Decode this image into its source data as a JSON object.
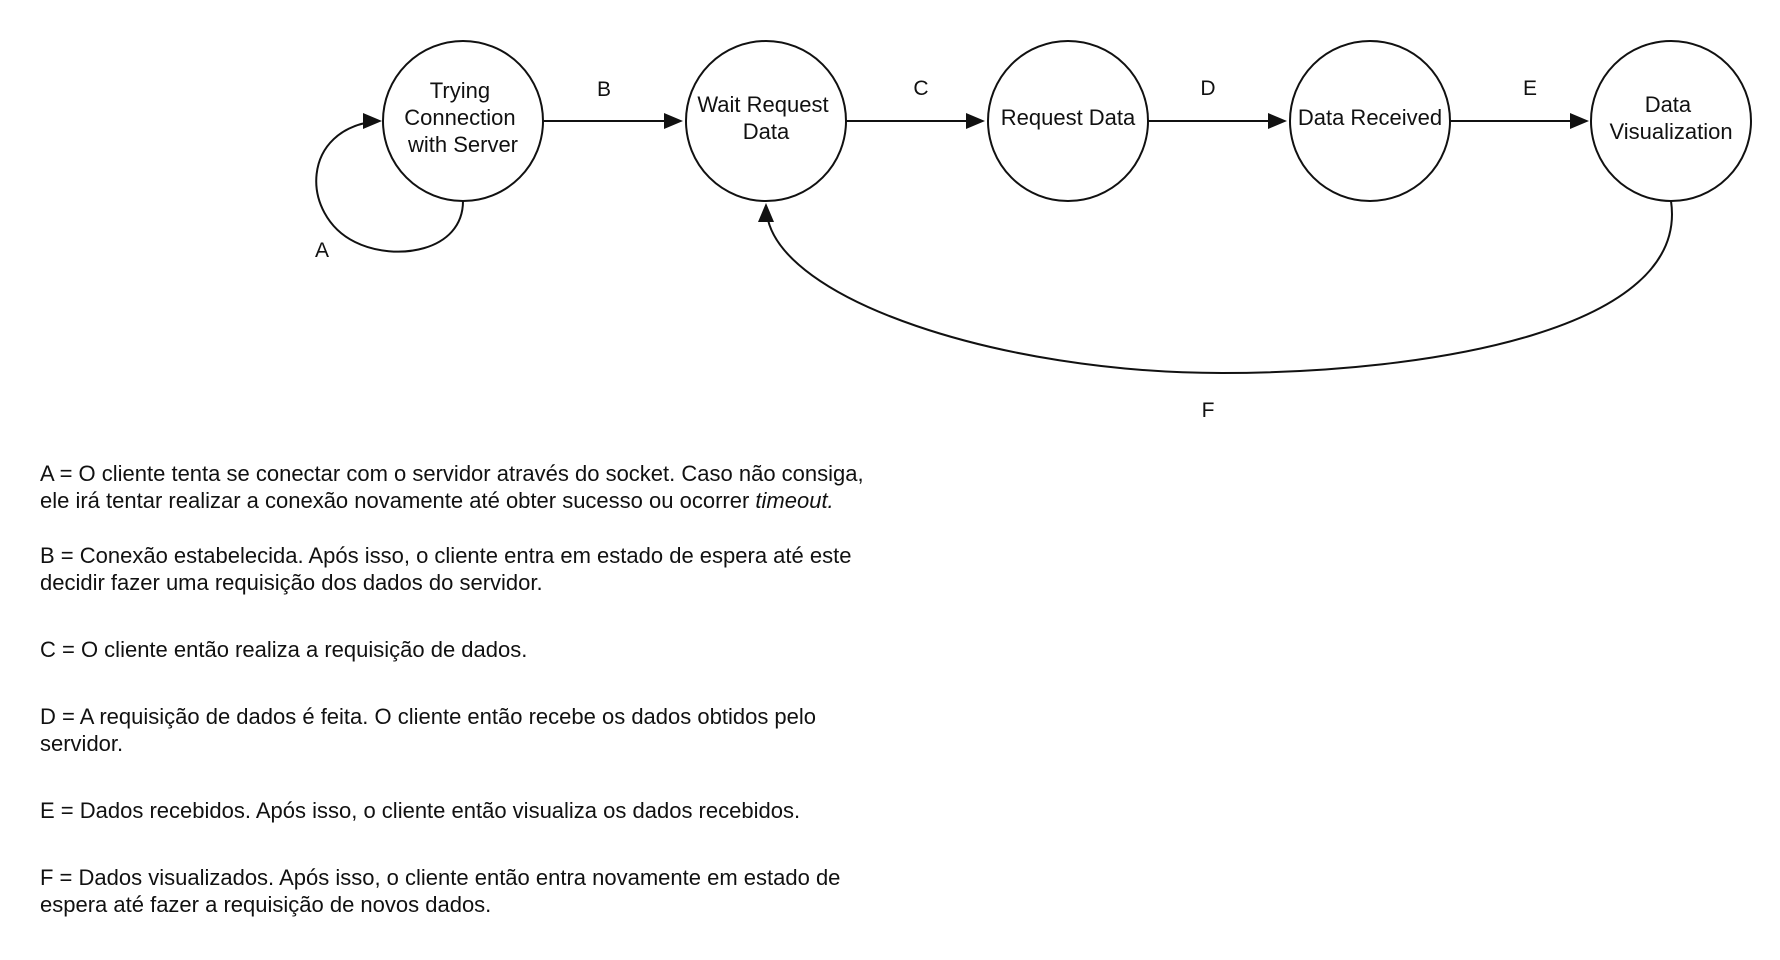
{
  "states": [
    {
      "id": "trying",
      "lines": [
        "Trying",
        "Connection",
        "with Server"
      ]
    },
    {
      "id": "wait",
      "lines": [
        "Wait Request",
        "Data"
      ]
    },
    {
      "id": "request",
      "lines": [
        "Request Data"
      ]
    },
    {
      "id": "received",
      "lines": [
        "Data Received"
      ]
    },
    {
      "id": "visualization",
      "lines": [
        "Data",
        "Visualization"
      ]
    }
  ],
  "transitions": [
    {
      "label": "A",
      "from": "trying",
      "to": "trying"
    },
    {
      "label": "B",
      "from": "trying",
      "to": "wait"
    },
    {
      "label": "C",
      "from": "wait",
      "to": "request"
    },
    {
      "label": "D",
      "from": "request",
      "to": "received"
    },
    {
      "label": "E",
      "from": "received",
      "to": "visualization"
    },
    {
      "label": "F",
      "from": "visualization",
      "to": "wait"
    }
  ],
  "legend": [
    {
      "lines": [
        "A = O cliente tenta se conectar com o servidor através do socket. Caso não consiga,",
        "ele irá tentar realizar a conexão novamente até obter sucesso ou ocorrer "
      ],
      "emphasis": "timeout."
    },
    {
      "lines": [
        "B = Conexão estabelecida. Após isso, o cliente entra em estado de espera até este",
        "decidir fazer uma requisição dos dados do servidor."
      ]
    },
    {
      "lines": [
        "C = O cliente então realiza a requisição de dados."
      ]
    },
    {
      "lines": [
        "D = A requisição de dados é feita.  O cliente então recebe os dados obtidos pelo",
        "servidor."
      ]
    },
    {
      "lines": [
        "E = Dados recebidos. Após isso, o cliente então visualiza os dados recebidos."
      ]
    },
    {
      "lines": [
        "F = Dados visualizados. Após isso, o cliente então entra novamente em estado de",
        "espera até fazer a requisição de novos dados."
      ]
    }
  ]
}
